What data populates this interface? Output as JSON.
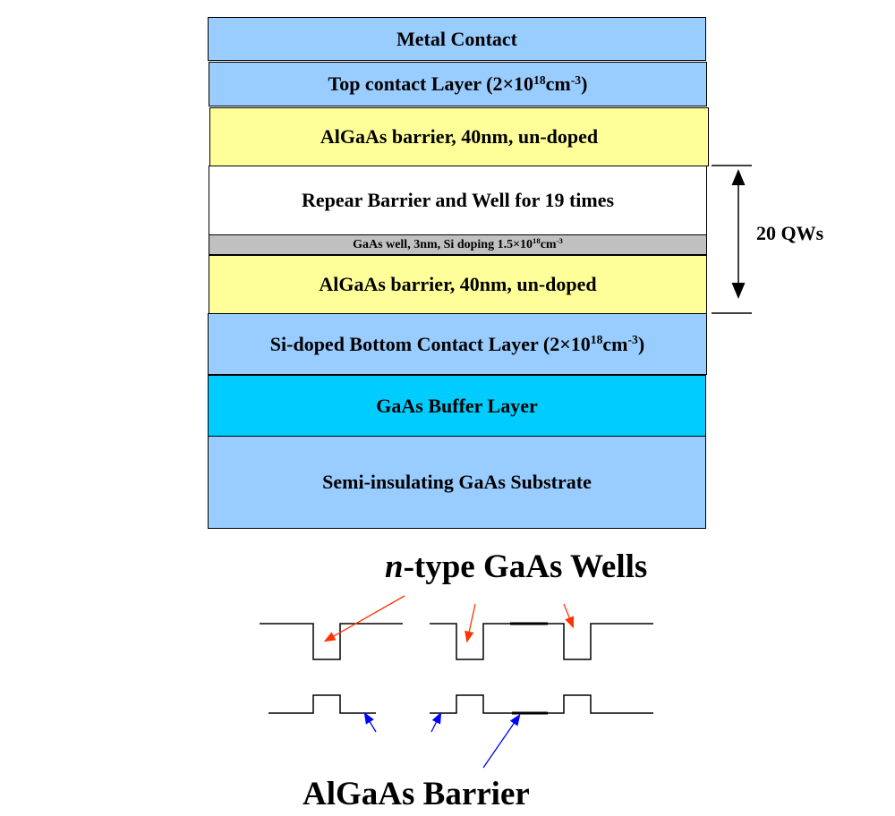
{
  "layers": {
    "metal": {
      "text": "Metal Contact"
    },
    "top": {
      "pre": "Top contact Layer (2×10",
      "sup1": "18",
      "mid": "cm",
      "sup2": "-3",
      "post": ")"
    },
    "barrier1": {
      "text": "AlGaAs barrier, 40nm, un-doped"
    },
    "repeat": {
      "text": "Repear Barrier and Well for 19 times"
    },
    "well": {
      "pre": "GaAs well, 3nm, Si doping 1.5×10",
      "sup1": "18",
      "mid": "cm",
      "sup2": "-3"
    },
    "barrier2": {
      "text": "AlGaAs barrier, 40nm, un-doped"
    },
    "bottom": {
      "pre": "Si-doped Bottom Contact Layer (2×10",
      "sup1": "18",
      "mid": "cm",
      "sup2": "-3",
      "post": ")"
    },
    "buffer": {
      "text": "GaAs Buffer Layer"
    },
    "substrate": {
      "text": "Semi-insulating GaAs Substrate"
    }
  },
  "qw_label": "20 QWs",
  "wells_label": {
    "italic": "n",
    "rest": "-type GaAs Wells"
  },
  "barrier_label": "AlGaAs Barrier",
  "colors": {
    "contact": "#99ccff",
    "barrier": "#ffff99",
    "well": "#c0c0c0",
    "buffer": "#00ccff",
    "well_arrow": "#ff3300",
    "barrier_arrow": "#0000ff"
  }
}
